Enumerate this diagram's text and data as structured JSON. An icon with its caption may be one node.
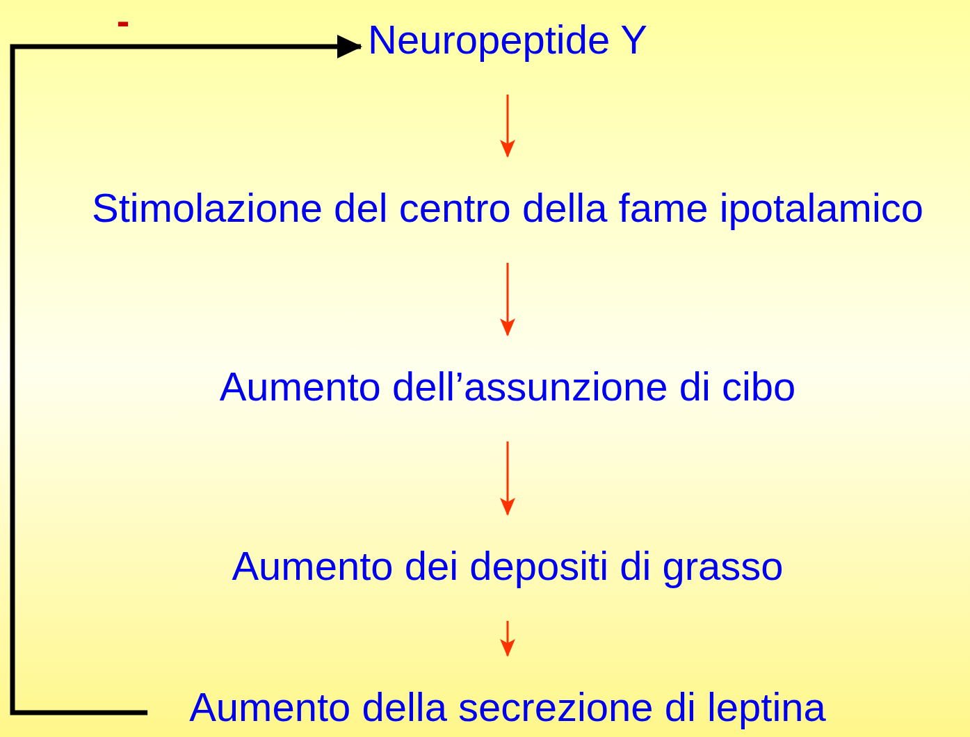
{
  "diagram": {
    "nodes": [
      {
        "text": [
          "Neuropeptide Y"
        ]
      },
      {
        "text": [
          "Stimolazione del centro della fame ipotalamico"
        ]
      },
      {
        "text": [
          "Aumento dell’assunzione di cibo"
        ]
      },
      {
        "text": [
          "Aumento dei depositi di grasso"
        ]
      },
      {
        "text": [
          "Aumento della secrezione di leptina"
        ]
      }
    ],
    "edges": [
      {
        "from": 0,
        "to": 1,
        "arrow": "to"
      },
      {
        "from": 1,
        "to": 2,
        "arrow": "to"
      },
      {
        "from": 2,
        "to": 3,
        "arrow": "to"
      },
      {
        "from": 3,
        "to": 4,
        "arrow": "to"
      },
      {
        "from": 4,
        "to": 0,
        "arrow": "to",
        "label": "-",
        "style": "thick",
        "color": "#000000"
      }
    ]
  }
}
